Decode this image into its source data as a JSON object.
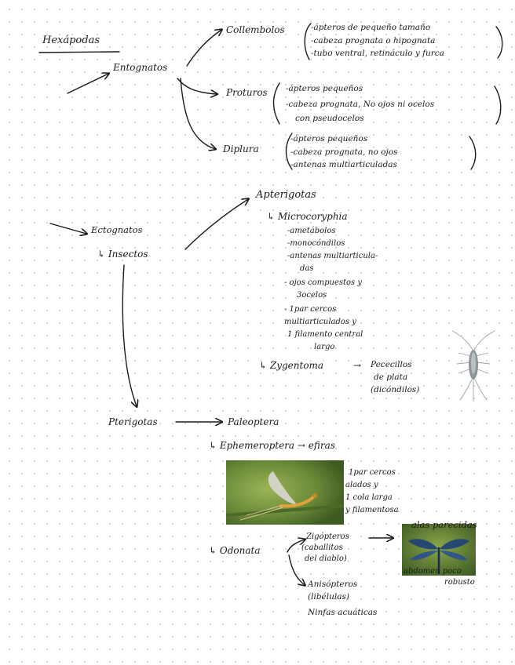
{
  "title": "Hexápodas",
  "entognatos": {
    "label": "Entognatos",
    "collembolos": {
      "label": "Collembolos",
      "notes": [
        "-ápteros de pequeño tamaño",
        "-cabeza prognata o hipognata",
        "-tubo ventral, retináculo y furca"
      ]
    },
    "proturos": {
      "label": "Proturos",
      "notes": [
        "-ápteros pequeños",
        "-cabeza prognata, No ojos ni ocelos",
        "con pseudocelos"
      ]
    },
    "diplura": {
      "label": "Diplura",
      "notes": [
        "-ápteros pequeños",
        "-cabeza prognata, no ojos",
        "-antenas multiarticuladas"
      ]
    }
  },
  "ectognatos": {
    "label": "Ectognatos",
    "insectos": "↳ Insectos",
    "apterigotas": {
      "label": "Apterigotas",
      "microcoryphia": "↳ Microcoryphia",
      "micro_notes": [
        "-ametábolos",
        "-monocóndilos",
        "-antenas multiarticula-",
        "das",
        "- ojos compuestos y",
        "3ocelos",
        "- 1par cercos",
        "multiarticulados y",
        "1 filamento central",
        "largo"
      ],
      "zygentoma": "↳ Zygentoma",
      "zyg_arrow": "→",
      "zyg_notes": [
        "Pececillos",
        "de plata",
        "(dicóndilos)"
      ]
    },
    "pterigotas": {
      "label": "Pterigotas",
      "paleoptera": "Paleoptera",
      "ephemeroptera": "↳ Ephemeroptera → efiras",
      "eph_notes": [
        "1par cercos",
        "alados y",
        "1 cola larga",
        "y filamentosa"
      ],
      "odonata": "↳ Odonata",
      "zigopteros": [
        "Zigópteros",
        "(caballitos",
        "del diablo)"
      ],
      "zig_notes": [
        "alas parecidas",
        "abdomen poco",
        "robusto"
      ],
      "anisopteros": [
        "Anisópteros",
        "(libélulas)"
      ],
      "ninfas": "Ninfas acuáticas"
    }
  },
  "colors": {
    "ink": "#1a1a1a",
    "dot_grid": "#cfcfcf",
    "paper": "#ffffff"
  },
  "images": [
    "silverfish-photo",
    "mayfly-photo",
    "damselfly-photo"
  ]
}
